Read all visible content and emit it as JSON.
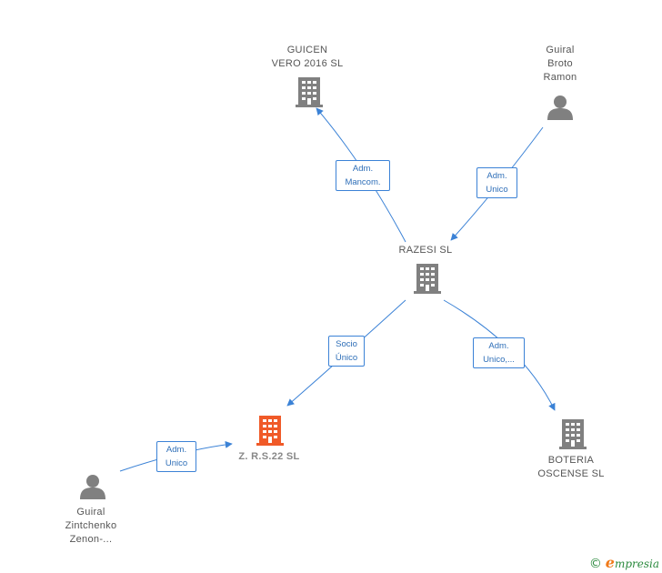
{
  "nodes": {
    "guicen": {
      "label": "GUICEN\nVERO 2016  SL",
      "type": "company"
    },
    "guiral_broto": {
      "label": "Guiral\nBroto\nRamon",
      "type": "person"
    },
    "razesi": {
      "label": "RAZESI  SL",
      "type": "company"
    },
    "zrs22": {
      "label": "Z. R.S.22  SL",
      "type": "company-main"
    },
    "boteria": {
      "label": "BOTERIA\nOSCENSE  SL",
      "type": "company"
    },
    "guiral_zintchenko": {
      "label": "Guiral\nZintchenko\nZenon-...",
      "type": "person"
    }
  },
  "edges": {
    "razesi_guicen": "Adm.\nMancom.",
    "broto_razesi": "Adm.\nUnico",
    "razesi_zrs22": "Socio\nÚnico",
    "razesi_boteria": "Adm.\nUnico,...",
    "zintchenko_zrs22": "Adm.\nUnico"
  },
  "colors": {
    "company": "#808080",
    "main": "#f05a28",
    "edge": "#3b82d6"
  },
  "footer": {
    "copyright": "©",
    "brand_initial": "e",
    "brand_rest": "mpresia"
  }
}
